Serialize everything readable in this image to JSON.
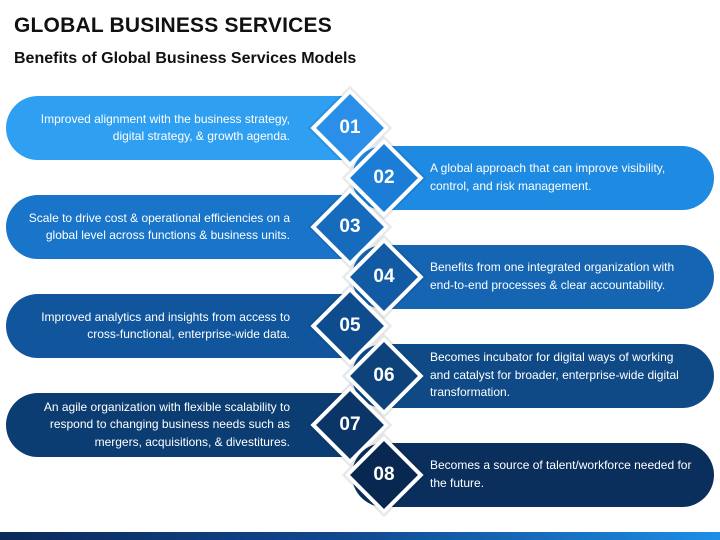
{
  "title": "GLOBAL BUSINESS SERVICES",
  "subtitle": "Benefits of Global Business Services Models",
  "steps": [
    {
      "number": "01",
      "text": "Improved alignment with the business strategy, digital strategy, & growth agenda.",
      "color": "#2f9ff1",
      "diamond": "#2b8ee8"
    },
    {
      "number": "02",
      "text": "A global approach that can improve visibility, control, and risk management.",
      "color": "#1e8ae2",
      "diamond": "#1b7dd6"
    },
    {
      "number": "03",
      "text": "Scale to drive cost & operational efficiencies on a global level across functions & business units.",
      "color": "#1975c9",
      "diamond": "#166bbd"
    },
    {
      "number": "04",
      "text": "Benefits from one integrated organization with end-to-end processes & clear accountability.",
      "color": "#1565b2",
      "diamond": "#125aa3"
    },
    {
      "number": "05",
      "text": "Improved analytics and insights from access to cross-functional, enterprise-wide data.",
      "color": "#11569c",
      "diamond": "#0f4c8d"
    },
    {
      "number": "06",
      "text": "Becomes incubator for digital ways of working and catalyst for broader, enterprise-wide digital transformation.",
      "color": "#0f4a87",
      "diamond": "#0d427a"
    },
    {
      "number": "07",
      "text": "An agile organization with flexible scalability to respond to changing business needs such as mergers, acquisitions, & divestitures.",
      "color": "#0c3d72",
      "diamond": "#0b3566"
    },
    {
      "number": "08",
      "text": "Becomes a source of talent/workforce needed for the future.",
      "color": "#0a2f5c",
      "diamond": "#082851"
    }
  ]
}
